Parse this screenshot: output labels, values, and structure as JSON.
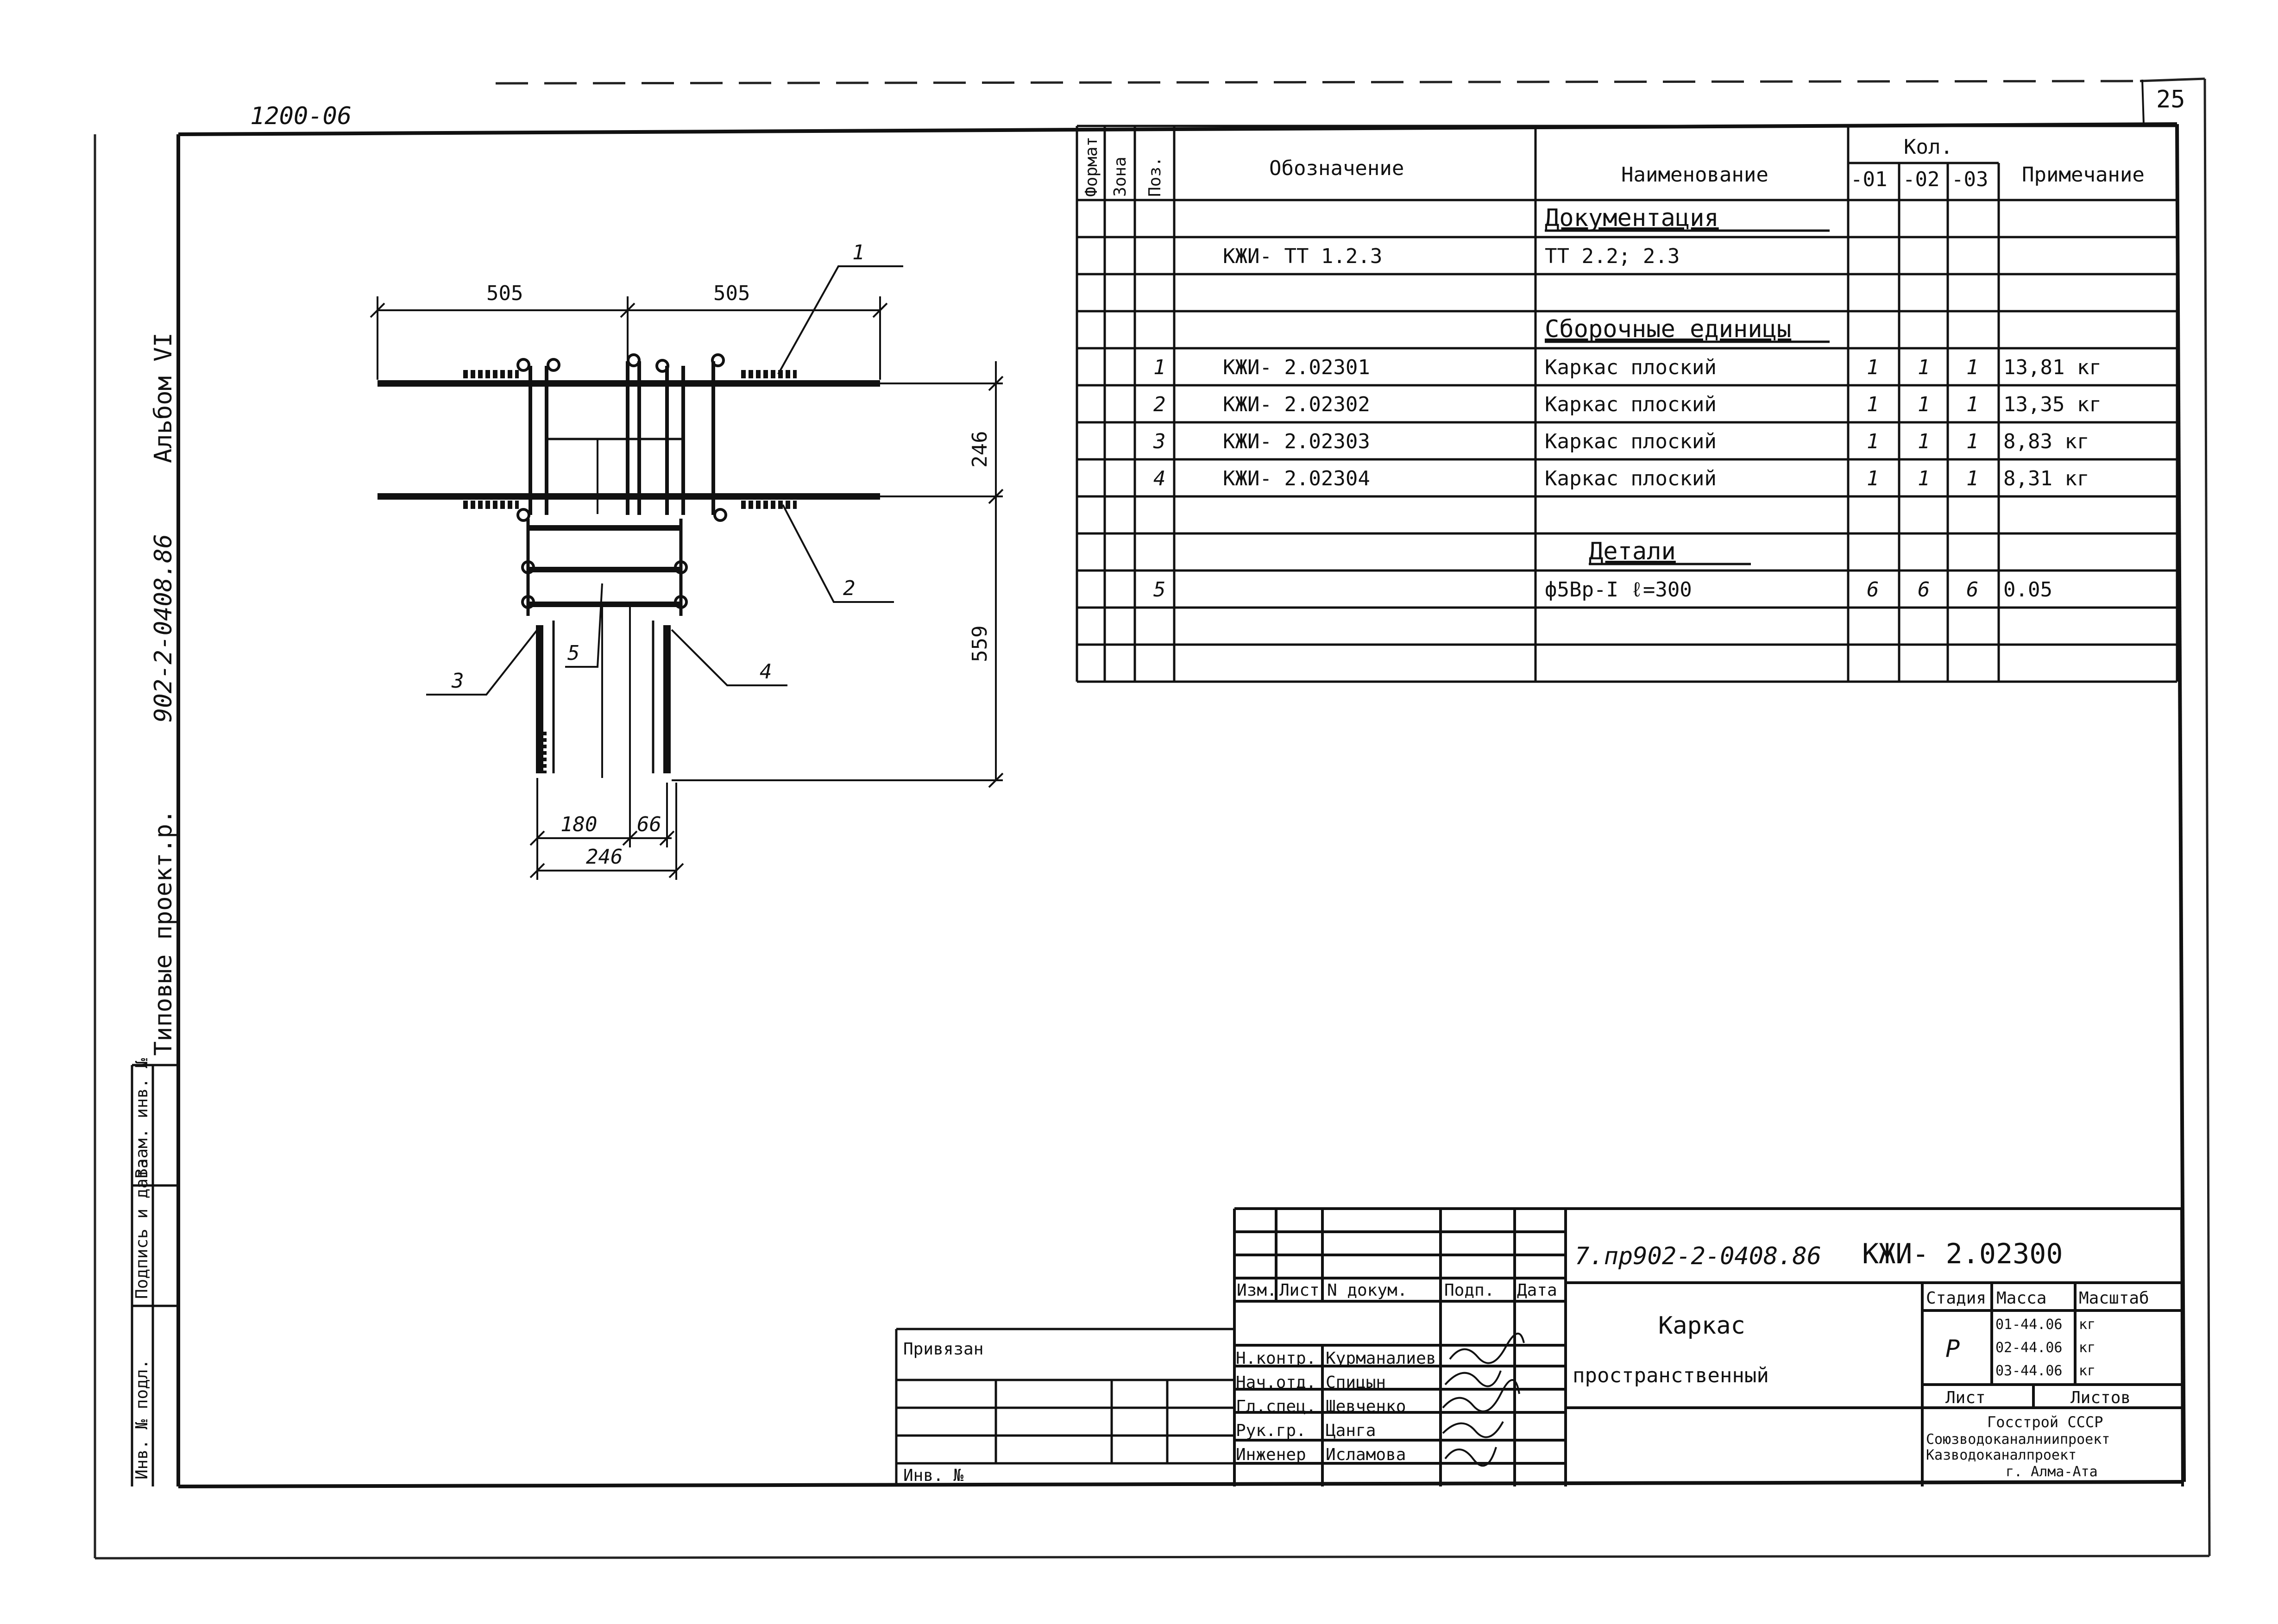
{
  "sheet": {
    "archive_no": "1200-06",
    "page_no": "25",
    "series_code": "902-2-0408.86",
    "series_label": "Типовые проект.р.",
    "album": "Альбом VI",
    "side_stamp": [
      "Инв. № подл.",
      "Подпись и дата",
      "Взам. инв. №"
    ]
  },
  "spec": {
    "headers": {
      "format": "Формат",
      "zone": "Зона",
      "pos": "Поз.",
      "designation": "Обозначение",
      "name": "Наименование",
      "qty": "Кол.",
      "q1": "-01",
      "q2": "-02",
      "q3": "-03",
      "note": "Примечание"
    },
    "rows": [
      {
        "pos": "",
        "designation": "",
        "name": "Документация",
        "q1": "",
        "q2": "",
        "q3": "",
        "note": ""
      },
      {
        "pos": "",
        "designation": "КЖИ- ТТ 1.2.3",
        "name": "ТТ 2.2; 2.3",
        "q1": "",
        "q2": "",
        "q3": "",
        "note": ""
      },
      {
        "pos": "",
        "designation": "",
        "name": "",
        "q1": "",
        "q2": "",
        "q3": "",
        "note": ""
      },
      {
        "pos": "",
        "designation": "",
        "name": "Сборочные единицы",
        "q1": "",
        "q2": "",
        "q3": "",
        "note": ""
      },
      {
        "pos": "1",
        "designation": "КЖИ- 2.02301",
        "name": "Каркас плоский",
        "q1": "1",
        "q2": "1",
        "q3": "1",
        "note": "13,81 кг"
      },
      {
        "pos": "2",
        "designation": "КЖИ- 2.02302",
        "name": "Каркас плоский",
        "q1": "1",
        "q2": "1",
        "q3": "1",
        "note": "13,35 кг"
      },
      {
        "pos": "3",
        "designation": "КЖИ- 2.02303",
        "name": "Каркас плоский",
        "q1": "1",
        "q2": "1",
        "q3": "1",
        "note": "8,83 кг"
      },
      {
        "pos": "4",
        "designation": "КЖИ- 2.02304",
        "name": "Каркас плоский",
        "q1": "1",
        "q2": "1",
        "q3": "1",
        "note": "8,31 кг"
      },
      {
        "pos": "",
        "designation": "",
        "name": "",
        "q1": "",
        "q2": "",
        "q3": "",
        "note": ""
      },
      {
        "pos": "",
        "designation": "",
        "name": "Детали",
        "q1": "",
        "q2": "",
        "q3": "",
        "note": ""
      },
      {
        "pos": "5",
        "designation": "",
        "name": "ф5Вр-I  ℓ=300",
        "q1": "6",
        "q2": "6",
        "q3": "6",
        "note": "0.05"
      },
      {
        "pos": "",
        "designation": "",
        "name": "",
        "q1": "",
        "q2": "",
        "q3": "",
        "note": ""
      },
      {
        "pos": "",
        "designation": "",
        "name": "",
        "q1": "",
        "q2": "",
        "q3": "",
        "note": ""
      }
    ]
  },
  "drawing": {
    "dims": {
      "top_left": "505",
      "top_right": "505",
      "height_upper": "246",
      "height_total": "559",
      "bottom_a": "180",
      "bottom_b": "66",
      "bottom_total": "246"
    },
    "callouts": [
      "1",
      "2",
      "3",
      "4",
      "5"
    ]
  },
  "title_block": {
    "doc_code": "7.пр902-2-0408.86",
    "doc_mark": "КЖИ- 2.02300",
    "title_line1": "Каркас",
    "title_line2": "пространственный",
    "labels": {
      "izm": "Изм.",
      "list": "Лист",
      "ndoc": "N докум.",
      "podp": "Подп.",
      "data": "Дата",
      "stage": "Стадия",
      "mass": "Масса",
      "scale": "Масштаб",
      "sheet": "Лист",
      "sheets": "Листов"
    },
    "stage_value": "Р",
    "mass": [
      "01-44.06",
      "02-44.06",
      "03-44.06"
    ],
    "mass_units": [
      "кг",
      "кг",
      "кг"
    ],
    "staff": [
      {
        "role": "Н.контр.",
        "name": "Курманалиев"
      },
      {
        "role": "Нач.отд.",
        "name": "Спицын"
      },
      {
        "role": "Гл.спец.",
        "name": "Шевченко"
      },
      {
        "role": "Рук.гр.",
        "name": "Цанга"
      },
      {
        "role": "Инженер",
        "name": "Исламова"
      }
    ],
    "org": [
      "Госстрой СССР",
      "Союзводоканалниипроект",
      "Казводоканалпроект",
      "г. Алма-Ата"
    ],
    "privyazan": "Привязан",
    "inv_no": "Инв. №"
  }
}
